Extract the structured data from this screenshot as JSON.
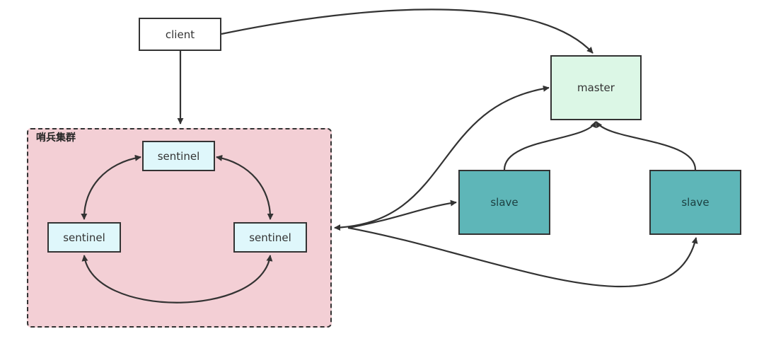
{
  "diagram": {
    "cluster_label": "哨兵集群",
    "nodes": {
      "client": "client",
      "sentinel_top": "sentinel",
      "sentinel_left": "sentinel",
      "sentinel_right": "sentinel",
      "master": "master",
      "slave_1": "slave",
      "slave_2": "slave"
    },
    "colors": {
      "cluster_fill": "#f3cfd5",
      "sentinel_fill": "#dff7fb",
      "master_fill": "#dcf7e6",
      "slave_fill": "#5eb6b8",
      "stroke": "#333333"
    }
  }
}
